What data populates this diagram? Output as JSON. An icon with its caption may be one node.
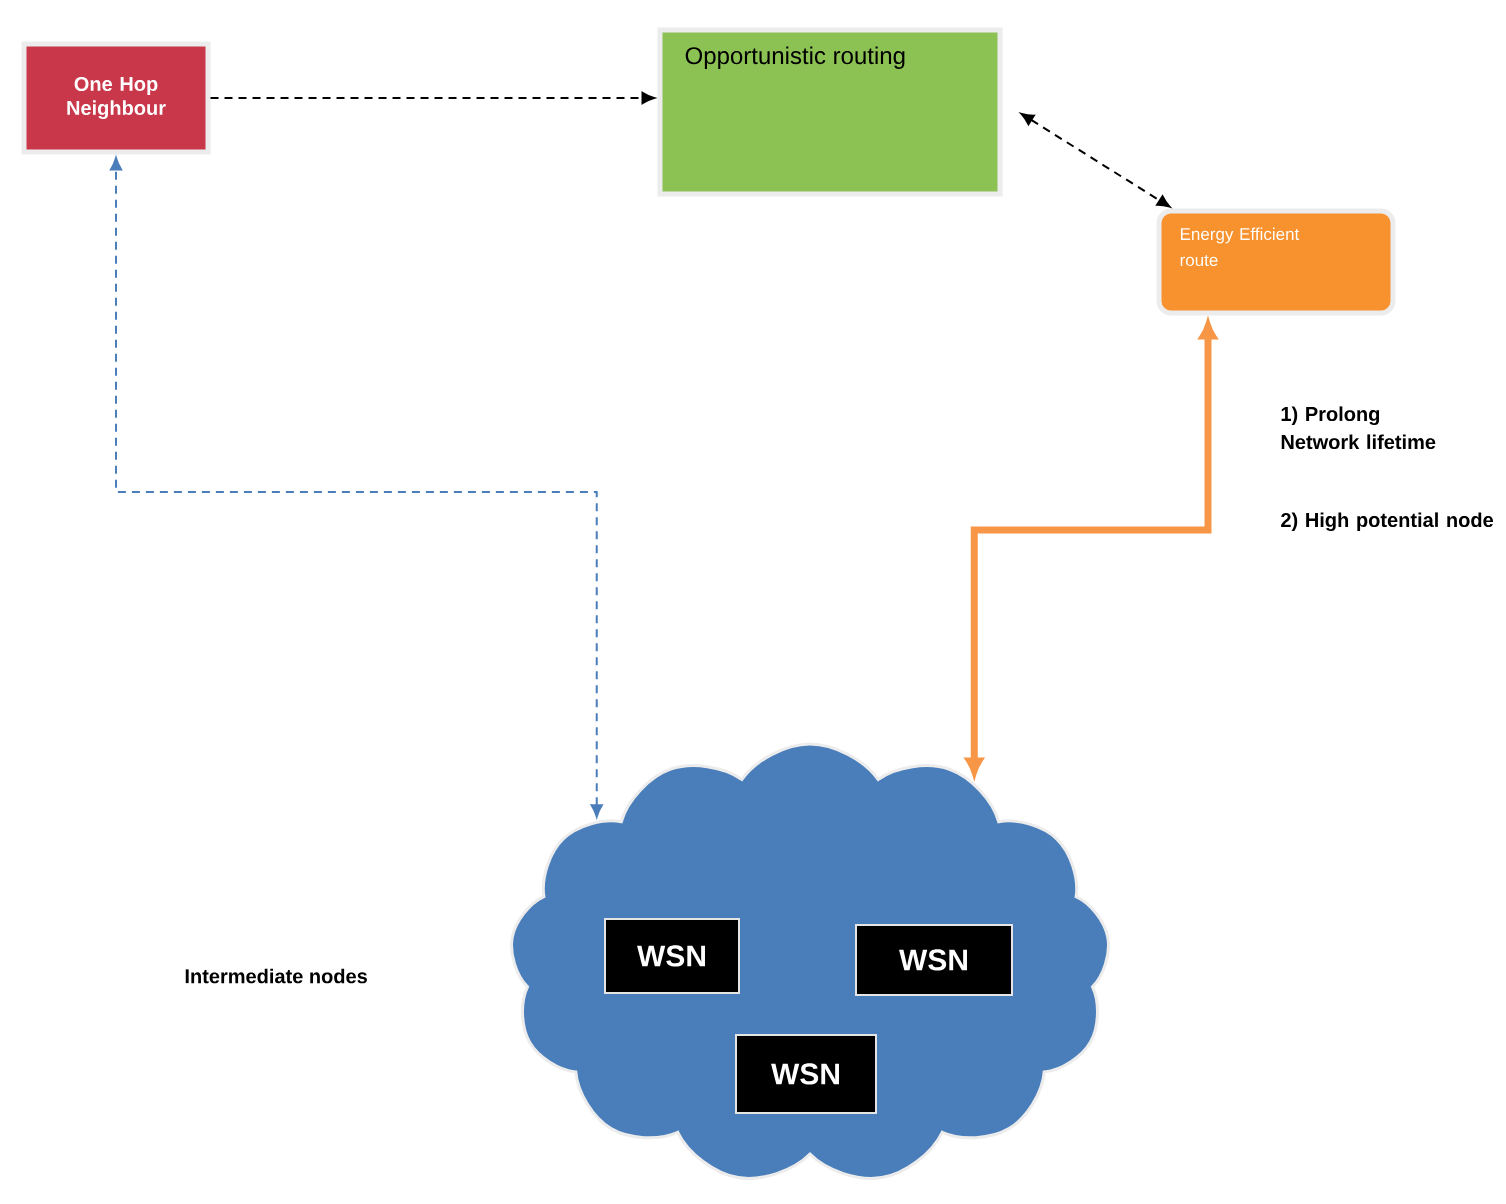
{
  "diagram": {
    "nodes": [
      {
        "text": [
          "One Hop Neighbour"
        ]
      },
      {
        "text": [
          "Opportunistic routing"
        ]
      },
      {
        "text": [
          "Energy Efficient route"
        ]
      },
      {
        "text": [],
        "shape": "cloud"
      },
      {
        "text": [
          "WSN"
        ],
        "in": 3
      },
      {
        "text": [
          "WSN"
        ],
        "in": 3
      },
      {
        "text": [
          "WSN"
        ],
        "in": 3
      }
    ],
    "edges": [
      {
        "from": 0,
        "to": 1,
        "arrow": "to",
        "style": "dashed"
      },
      {
        "from": 1,
        "to": 2,
        "arrow": "both",
        "style": "dashed"
      },
      {
        "from": 3,
        "to": 0,
        "arrow": "both",
        "style": "dashed",
        "color": "#4a7ebb"
      },
      {
        "from": 2,
        "to": 3,
        "arrow": "both",
        "style": "thick",
        "color": "#f79646"
      }
    ],
    "labels": [
      "1) Prolong Network lifetime",
      "2) High potential node",
      "Intermediate nodes"
    ]
  }
}
